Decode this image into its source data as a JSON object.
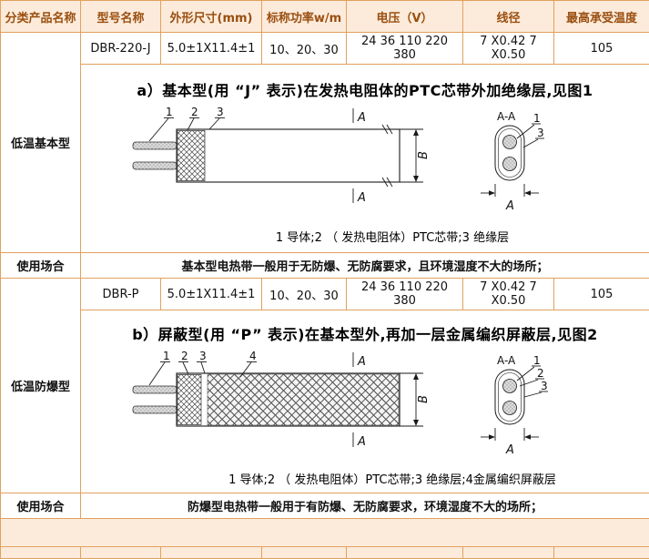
{
  "colors": {
    "border": "#e1a15d",
    "header_bg": "#fcebdb",
    "header_text": "#9a4f10",
    "body_bg": "#ffffff"
  },
  "table": {
    "headers": [
      "分类产品名称",
      "型号名称",
      "外形尺寸(mm)",
      "标称功率w/m",
      "电压（V）",
      "线径",
      "最高承受温度"
    ],
    "sections": [
      {
        "category": "低温基本型",
        "row": {
          "model": "DBR-220-J",
          "size": "5.0±1X11.4±1",
          "power": "10、20、30",
          "voltage": "24 36 110 220 380",
          "wire": "7 X0.42 7 X0.50",
          "temp": "105"
        },
        "figure_title": "a）基本型(用 “J” 表示)在发热电阻体的PTC芯带外加绝缘层,见图1",
        "figure_legend": "1 导体;2 （ 发热电阻体）PTC芯带;3 绝缘层",
        "usage_label": "使用场合",
        "usage_text": "基本型电热带一般用于无防爆、无防腐要求，且环境湿度不大的场所；"
      },
      {
        "category": "低温防爆型",
        "row": {
          "model": "DBR-P",
          "size": "5.0±1X11.4±1",
          "power": "10、20、30",
          "voltage": "24 36 110 220 380",
          "wire": "7 X0.42 7 X0.50",
          "temp": "105"
        },
        "figure_title": "b）屏蔽型(用 “P” 表示)在基本型外,再加一层金属编织屏蔽层,见图2",
        "figure_legend": "1 导体;2 （ 发热电阻体）PTC芯带;3 绝缘层;4金属编织屏蔽层",
        "usage_label": "使用场合",
        "usage_text": "防爆型电热带一般用于有防爆、无防腐要求，环境湿度不大的场所；"
      }
    ]
  },
  "diagram_labels": {
    "n1": "1",
    "n2": "2",
    "n3": "3",
    "n4": "4",
    "a": "A",
    "b": "B",
    "section": "A-A"
  }
}
